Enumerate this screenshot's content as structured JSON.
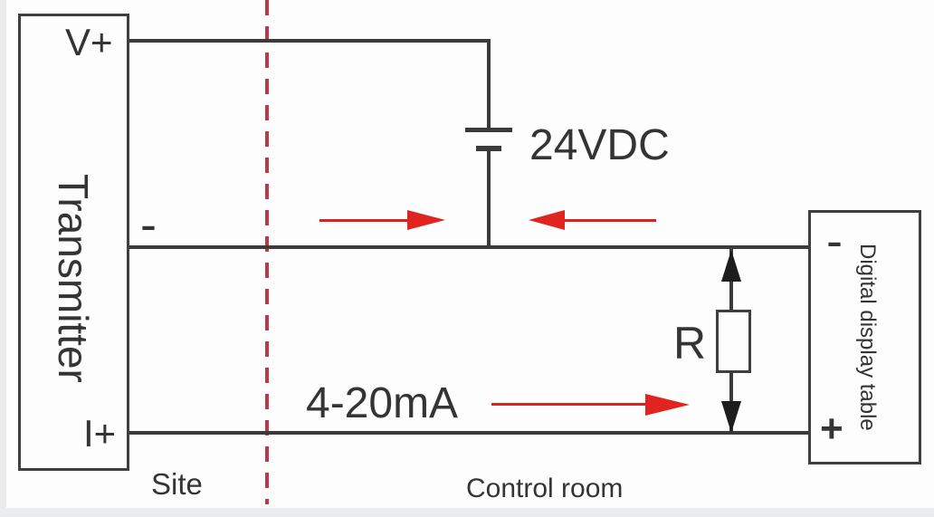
{
  "diagram": {
    "type": "wiring-diagram",
    "subject": "2-wire 4-20mA current loop transmitter connection",
    "transmitter": {
      "name": "Transmitter",
      "terminal_v_plus": "V+",
      "terminal_minus": "-",
      "terminal_i_plus": "I+"
    },
    "power_supply": {
      "label": "24VDC",
      "symbol": "battery"
    },
    "signal": {
      "label": "4-20mA"
    },
    "load_resistor": {
      "label": "R"
    },
    "display": {
      "name": "Digital display table",
      "terminal_minus": "-",
      "terminal_plus": "+"
    },
    "zones": {
      "site": "Site",
      "control_room": "Control room"
    }
  },
  "colors": {
    "wire": "#3b3b3b",
    "arrow_red": "#e02420",
    "zone_boundary_red": "#bd3848",
    "text": "#343434",
    "background": "#fdfdfd"
  }
}
